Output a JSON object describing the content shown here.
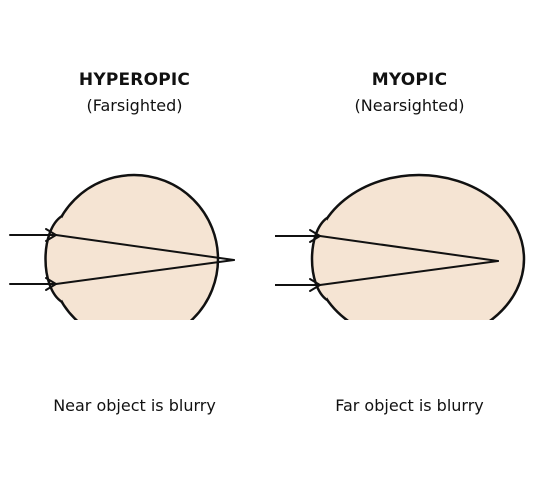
{
  "colors": {
    "eye_fill": "#F5E4D3",
    "stroke": "#111111",
    "background": "#FFFFFF"
  },
  "left": {
    "title": "HYPEROPIC",
    "subtitle": "(Farsighted)",
    "caption": "Near object is blurry"
  },
  "right": {
    "title": "MYOPIC",
    "subtitle": "(Nearsighted)",
    "caption": "Far object is blurry"
  }
}
